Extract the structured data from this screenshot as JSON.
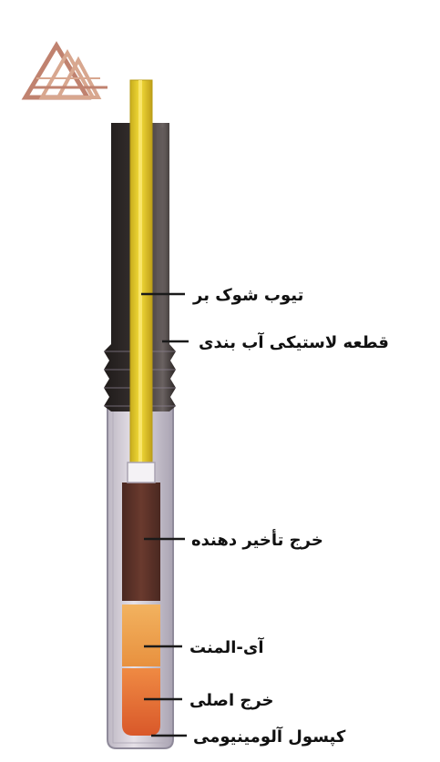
{
  "labels": {
    "shock_tube": "تیوب شوک بر",
    "rubber_seal": "قطعه لاستیکی آب بندی",
    "delay_charge": "خرج تأخیر دهنده",
    "element": "آی-المنت",
    "main_charge": "خرج اصلی",
    "aluminum_capsule": "کپسول آلومینیومی"
  },
  "colors": {
    "logo_main": "#c0826f",
    "logo_accent": "#d8a78f",
    "shock_tube": "#ecd12b",
    "shock_tube_edge": "#b89c16",
    "rubber_seal": "#2b2523",
    "rubber_highlight": "#5a5251",
    "capsule": "#d8d2da",
    "capsule_edge": "#9b97a6",
    "delay_charge": "#5e3329",
    "element": "#e9a04a",
    "main_charge": "#e37136",
    "leader_line": "#1a1a1a"
  },
  "icons": {
    "logo": "mountain-logo-icon"
  }
}
